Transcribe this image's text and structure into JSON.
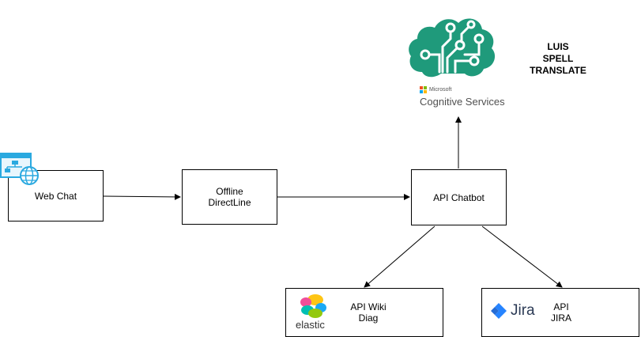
{
  "nodes": {
    "web_chat": {
      "label": "Web Chat"
    },
    "offline_directline": {
      "label": "Offline\nDirectLine"
    },
    "api_chatbot": {
      "label": "API Chatbot"
    },
    "api_wiki": {
      "label": "API Wiki\nDiag"
    },
    "api_jira": {
      "label": "API\nJIRA"
    }
  },
  "cognitive_services": {
    "brand": "Microsoft",
    "title": "Cognitive Services",
    "features": [
      "LUIS",
      "SPELL",
      "TRANSLATE"
    ],
    "color": "#1f9a7b"
  },
  "logos": {
    "elastic_text": "elastic",
    "jira_text": "Jira"
  },
  "colors": {
    "web_icon": "#2aa9e0",
    "jira_blue": "#2684ff"
  }
}
